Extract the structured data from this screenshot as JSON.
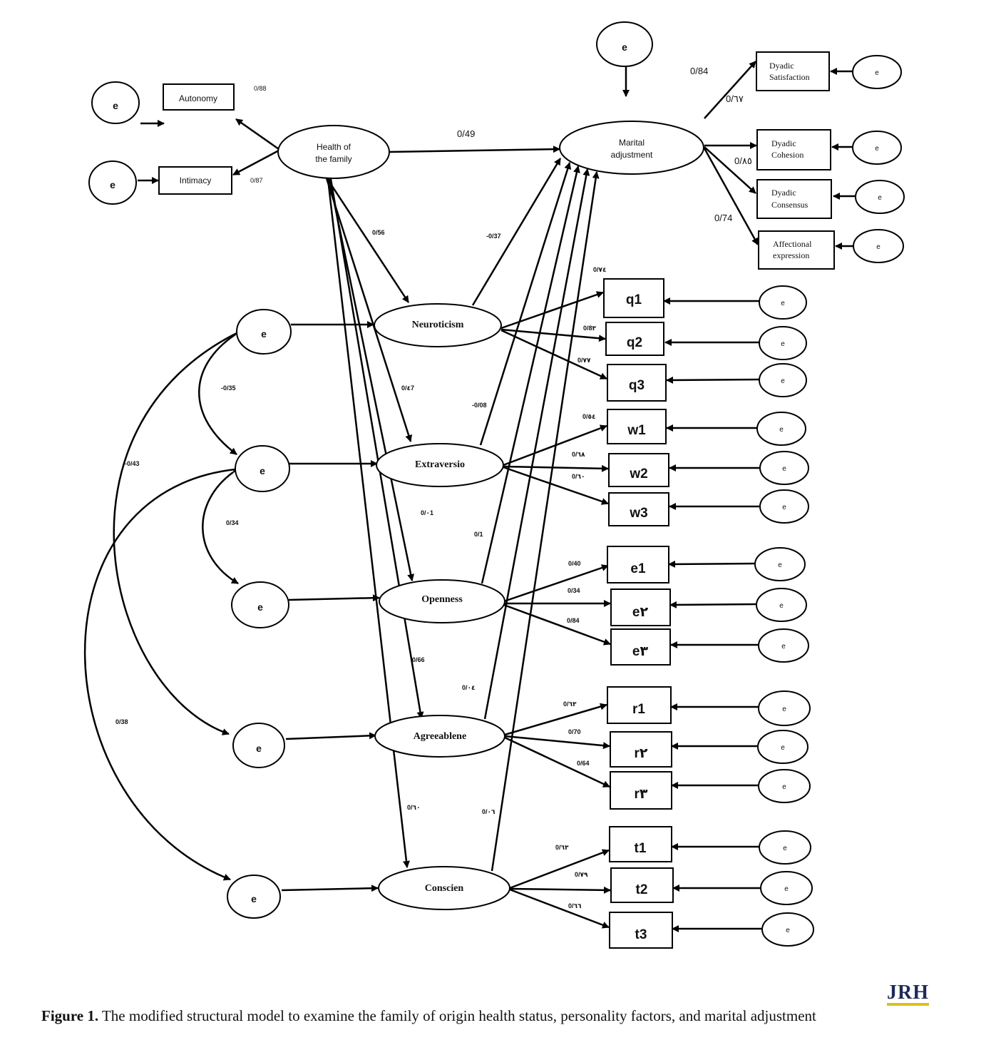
{
  "nodes": {
    "e_autonomy": "e",
    "e_intimacy": "e",
    "e_marital": "e",
    "autonomy": "Autonomy",
    "intimacy": "Intimacy",
    "health_line1": "Health of",
    "health_line2": "the family",
    "marital_line1": "Marital",
    "marital_line2": "adjustment",
    "dyadic_satisfaction_line1": "Dyadic",
    "dyadic_satisfaction_line2": "Satisfaction",
    "dyadic_cohesion_line1": "Dyadic",
    "dyadic_cohesion_line2": "Cohesion",
    "dyadic_consensus_line1": "Dyadic",
    "dyadic_consensus_line2": "Consensus",
    "affectional_line1": "Affectional",
    "affectional_line2": "expression",
    "neuroticism": "Neuroticism",
    "extraversio": "Extraversio",
    "openness": "Openness",
    "agreeablene": "Agreeablene",
    "conscien": "Conscien",
    "e_neuro": "e",
    "e_extra": "e",
    "e_open": "e",
    "e_agree": "e",
    "e_consc": "e",
    "q1": "q1",
    "q2": "q2",
    "q3": "q3",
    "w1": "w1",
    "w2": "w2",
    "w3": "w3",
    "e1": "e1",
    "e2": "e٢",
    "e3": "e٣",
    "r1": "r1",
    "r2": "r٢",
    "r3": "r٣",
    "t1": "t1",
    "t2": "t2",
    "t3": "t3",
    "e_right": "e"
  },
  "paths": {
    "autonomy": "0/88",
    "intimacy": "0/87",
    "health_marital": "0/49",
    "health_neuro": "0/56",
    "health_extra": "0/٤7",
    "health_open": "0/٠1",
    "health_agree": "0/66",
    "health_consc": "0/٦٠",
    "neuro_marital": "-0/37",
    "extra_marital": "-0/08",
    "open_marital": "0/1",
    "agree_marital": "0/٠٤",
    "consc_marital": "0/٠٦",
    "dyadic_satisfaction": "0/84",
    "dyadic_satisfaction_b": "0/٦٧",
    "dyadic_cohesion": "0/٨٥",
    "affectional": "0/74",
    "cov_neuro_extra": "-0/35",
    "cov_extra_open": "0/34",
    "cov_neuro_agree": "-0/43",
    "cov_extra_consc": "0/38",
    "q1": "0/٧٤",
    "q2": "0/8٣",
    "q3": "0/٧٧",
    "w1": "0/٥٤",
    "w2": "0/٦٨",
    "w3": "0/٦٠",
    "e1": "0/40",
    "e2": "0/34",
    "e3": "0/84",
    "r1": "0/٦٣",
    "r2": "0/70",
    "r3": "0/64",
    "t1": "0/٦٣",
    "t2": "0/٧٩",
    "t3": "0/٦٦"
  },
  "caption": {
    "label": "Figure 1.",
    "text": " The modified structural model to examine the family of origin health status, personality factors, and marital adjustment"
  },
  "logo": "JRH"
}
